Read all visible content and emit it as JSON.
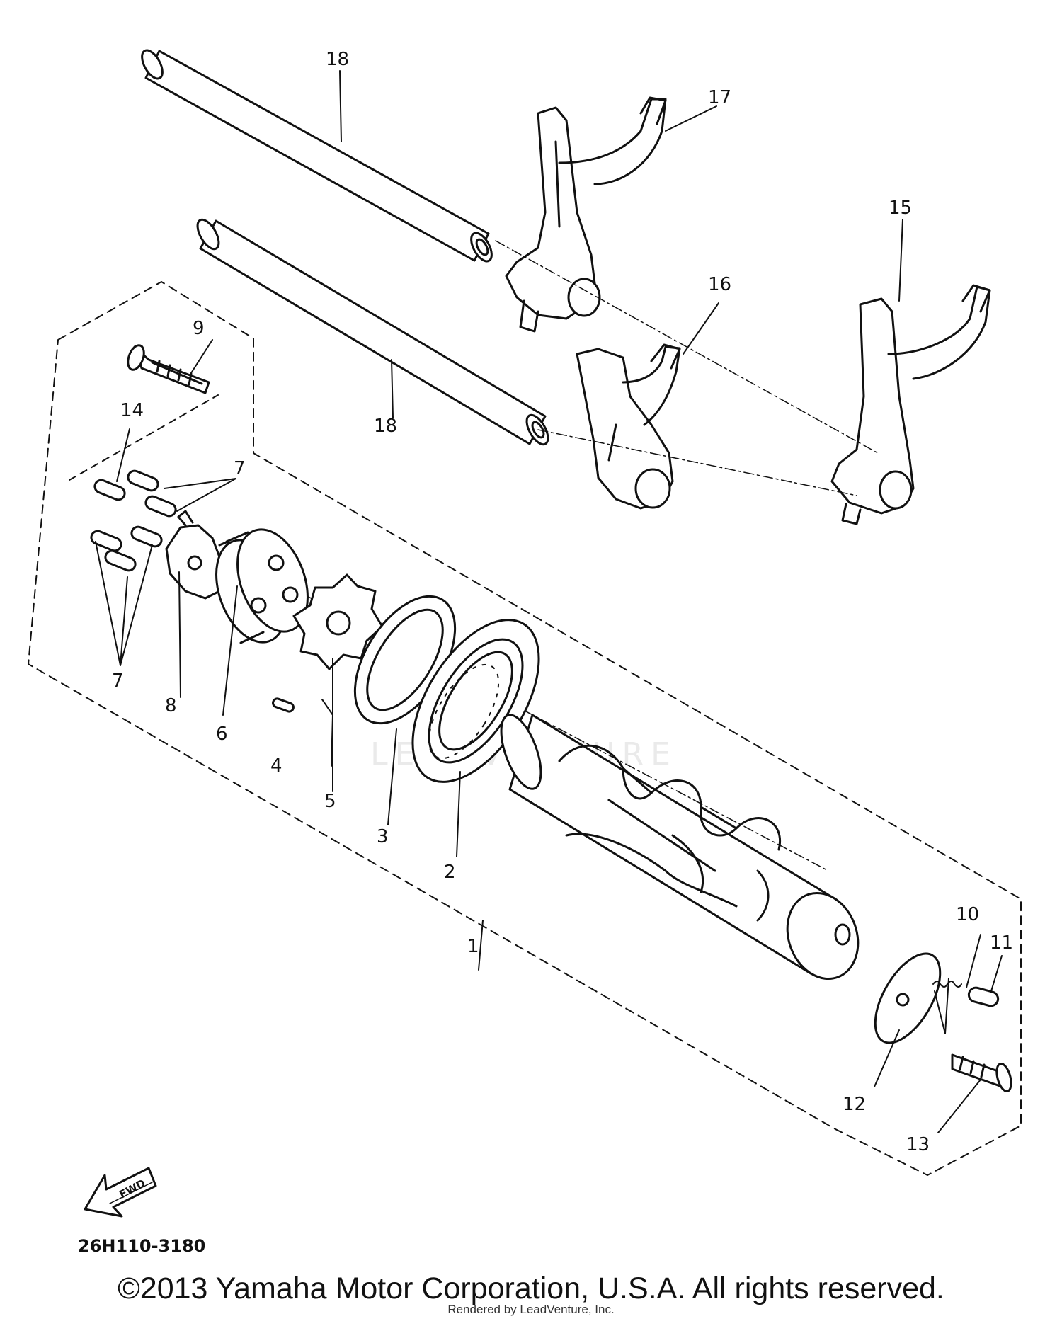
{
  "diagram": {
    "part_numbers": {
      "p1": "1",
      "p2": "2",
      "p3": "3",
      "p4": "4",
      "p5": "5",
      "p6": "6",
      "p7a": "7",
      "p7b": "7",
      "p8": "8",
      "p9": "9",
      "p10": "10",
      "p11": "11",
      "p12": "12",
      "p13": "13",
      "p14": "14",
      "p15": "15",
      "p16": "16",
      "p17": "17",
      "p18a": "18",
      "p18b": "18"
    },
    "drawing_code": "26H110-3180",
    "fwd_label": "FWD",
    "watermark": "LEADVENTURE"
  },
  "footer": {
    "copyright": "©2013 Yamaha Motor Corporation, U.S.A. All rights reserved.",
    "rendered_by": "Rendered by LeadVenture, Inc."
  }
}
